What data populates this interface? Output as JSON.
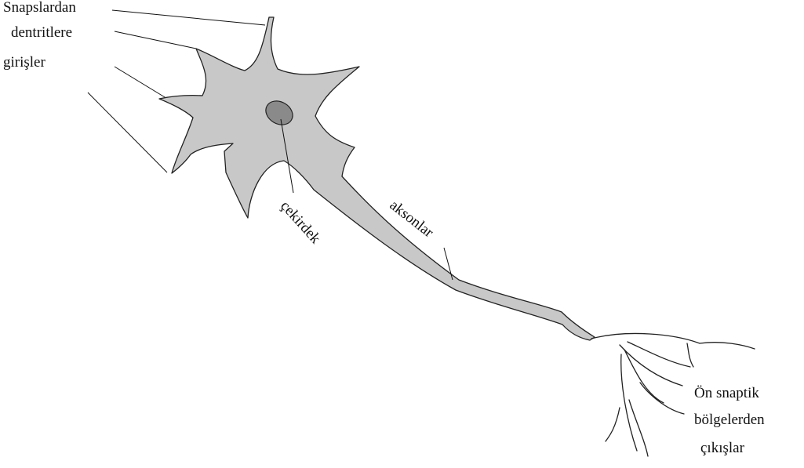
{
  "colors": {
    "background": "#ffffff",
    "cell_fill": "#c8c8c8",
    "nucleus_fill": "#8a8a8a",
    "outline": "#222222",
    "leader_line": "#111111"
  },
  "labels": {
    "inputs": {
      "line1": "Snapslardan",
      "line2": "dentritlere",
      "line3": "girişler"
    },
    "nucleus": "çekirdek",
    "axon": "aksonlar",
    "outputs": {
      "line1": "Ön snaptik",
      "line2": "bölgelerden",
      "line3": "çıkışlar"
    }
  }
}
